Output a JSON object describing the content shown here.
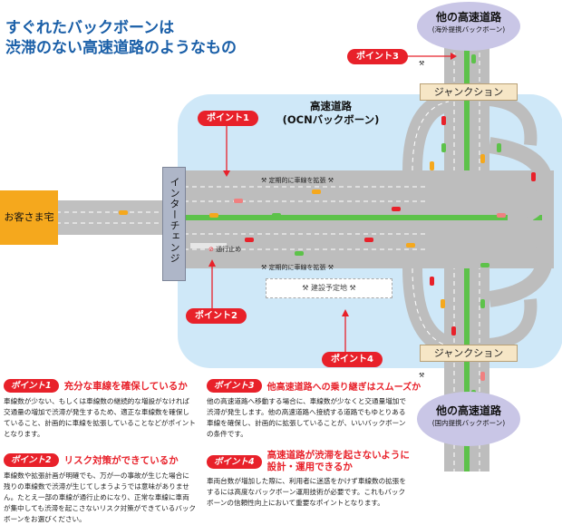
{
  "heading": {
    "line1": "すぐれたバックボーンは",
    "line2": "渋滞のない高速道路のようなもの"
  },
  "highway": {
    "title_line1": "高速道路",
    "title_line2": "(OCNバックボーン)"
  },
  "customer": "お客さま宅",
  "interchange": "インターチェンジ",
  "junction_top": "ジャンクション",
  "junction_bottom": "ジャンクション",
  "other_top": {
    "title": "他の高速道路",
    "sub": "(海外提携バックボーン)"
  },
  "other_bottom": {
    "title": "他の高速道路",
    "sub": "(国内提携バックボーン)"
  },
  "road_notes": {
    "expand_top": "定期的に車線を拡張",
    "expand_bottom": "定期的に車線を拡張",
    "closed": "通行止め",
    "planned": "建設予定地"
  },
  "pointers": {
    "p1": "ポイント1",
    "p2": "ポイント2",
    "p3": "ポイント3",
    "p4": "ポイント4"
  },
  "sections": [
    {
      "badge": "ポイント1",
      "title": "充分な車線を確保しているか",
      "body": "車線数が少ない、もしくは車線数の継続的な増設がなければ交通量の増加で渋滞が発生するため、適正な車線数を確保していること、計画的に車線を拡張していることなどがポイントとなります。"
    },
    {
      "badge": "ポイント2",
      "title": "リスク対策ができているか",
      "body": "車線数や拡張計画が明確でも、万が一の事故が生じた場合に残りの車線数で渋滞が生じてしまうようでは意味がありません。たとえ一部の車線が通行止めになり、正常な車線に車両が集中しても渋滞を起こさないリスク対策ができているバックボーンをお選びください。"
    },
    {
      "badge": "ポイント3",
      "title": "他高速道路への乗り継ぎはスムーズか",
      "body": "他の高速道路へ移動する場合に、車線数が少なくと交通量増加で渋滞が発生します。他の高速道路へ接続する道路でもゆとりある車線を確保し、計画的に拡張していることが、いいバックボーンの条件です。"
    },
    {
      "badge": "ポイント4",
      "title_line1": "高速道路が渋滞を起さないように",
      "title_line2": "設計・運用できるか",
      "body": "車両台数が増加した際に、利用者に迷惑をかけず車線数の拡張をするには高度なバックボーン運用技術が必要です。これもバックボーンの信頼性向上において重要なポイントとなります。"
    }
  ],
  "colors": {
    "accent_red": "#e8212a",
    "heading_blue": "#1a5fa8",
    "bg_blue": "#cfe8f8",
    "road_gray": "#b8b8b8",
    "center_green": "#5dc24a",
    "customer_orange": "#f5a81d",
    "circle_purple": "#c9c6e6",
    "junction_beige": "#f6e6c6"
  },
  "icons": [
    "worker-icon",
    "no-entry-icon",
    "car-icon"
  ]
}
